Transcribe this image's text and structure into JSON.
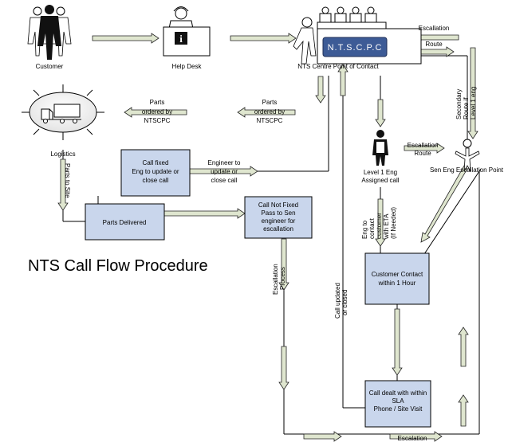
{
  "title": "NTS Call Flow  Procedure",
  "nodes": {
    "customer": "Customer",
    "help_desk": "Help Desk",
    "ntscpc_label": "NTS Centre Point of Contact",
    "ntscpc_sign": "N.T.S.C.P.C",
    "logistics": "Logistics",
    "level1": [
      "Level 1 Eng",
      "Assigned call"
    ],
    "sen_eng": "Sen Eng Escallation Point"
  },
  "boxes": {
    "call_fixed": [
      "Call fixed",
      "Eng to update or",
      "close call"
    ],
    "parts_delivered": [
      "Parts Delivered"
    ],
    "call_not_fixed": [
      "Call Not Fixed",
      "Pass to Sen",
      "engineer for",
      "escallation"
    ],
    "customer_contact": [
      "Customer Contact",
      "within 1 Hour"
    ],
    "call_dealt": [
      "Call dealt with within",
      "SLA",
      "Phone / Site Visit"
    ]
  },
  "labels": {
    "escalation_route_top": [
      "Escallation",
      "Route"
    ],
    "secondary_route": [
      "Secondary",
      "Route if",
      "Level 1 eng"
    ],
    "parts_ordered_1": [
      "Parts",
      "ordered by",
      "NTSCPC"
    ],
    "parts_ordered_2": [
      "Parts",
      "ordered by",
      "NTSCPC"
    ],
    "escalation_route_mid": [
      "Escallation",
      "Route"
    ],
    "engineer_update": [
      "Engineer to",
      "update or",
      "close call"
    ],
    "parts_to_site": "Parts to Site",
    "eng_contact": [
      "Eng to",
      "contact",
      "customer",
      "with ETA",
      "(If Needed)"
    ],
    "escalation_process": [
      "Escallation",
      "Process"
    ],
    "call_updated": [
      "Call updated",
      "or closed"
    ],
    "escalation_bottom": "Escalation"
  },
  "icons": {
    "help_desk_icon": "info-icon",
    "logistics_icon": "truck-icon"
  }
}
